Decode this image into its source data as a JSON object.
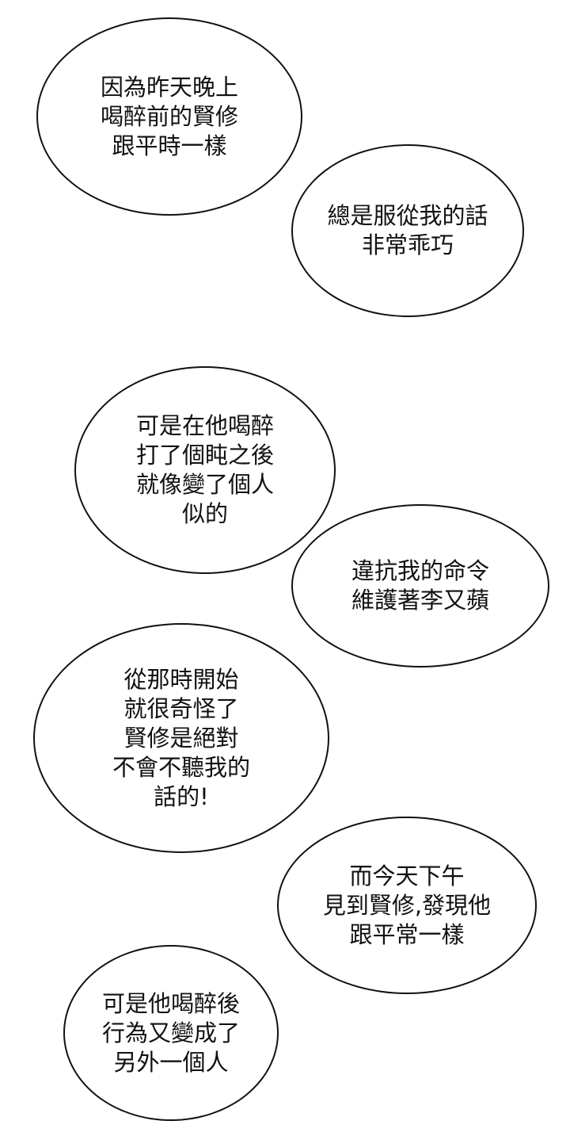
{
  "panel": {
    "background": "#ffffff",
    "bubbles": [
      {
        "id": 1,
        "lines": "因為昨天晚上\n喝醉前的賢修\n跟平時一樣"
      },
      {
        "id": 2,
        "lines": "總是服從我的話\n非常乖巧"
      },
      {
        "id": 3,
        "lines": "可是在他喝醉\n打了個盹之後\n就像變了個人\n似的"
      },
      {
        "id": 4,
        "lines": "違抗我的命令\n維護著李又蘋"
      },
      {
        "id": 5,
        "lines": "從那時開始\n就很奇怪了\n賢修是絕對\n不會不聽我的\n話的!"
      },
      {
        "id": 6,
        "lines": "而今天下午\n見到賢修,發現他\n跟平常一樣"
      },
      {
        "id": 7,
        "lines": "可是他喝醉後\n行為又變成了\n另外一個人"
      }
    ]
  }
}
